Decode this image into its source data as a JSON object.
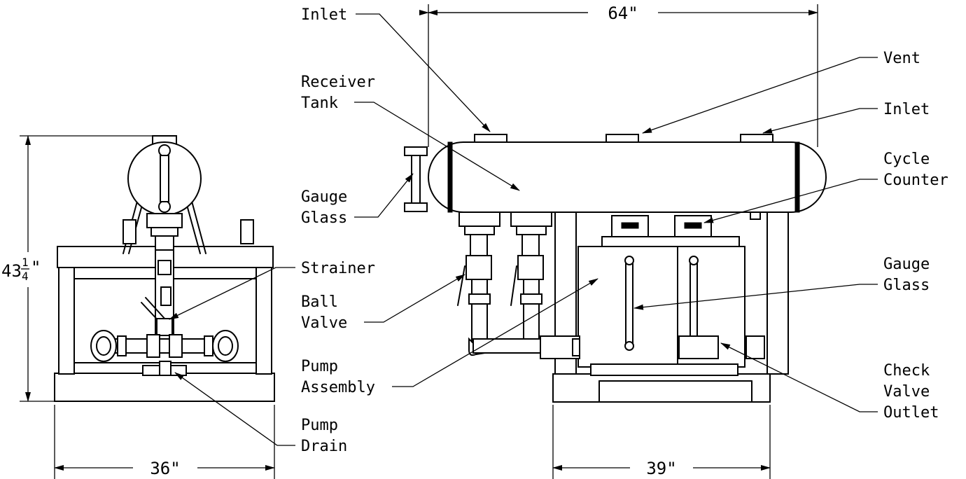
{
  "dimensions": {
    "overall_length": "64\"",
    "front_width": "36\"",
    "base_length": "39\"",
    "height_whole": "43",
    "height_num": "1",
    "height_den": "4",
    "height_unit": "\""
  },
  "labels": {
    "inlet_left": "Inlet",
    "vent": "Vent",
    "inlet_right": "Inlet",
    "receiver_tank_1": "Receiver",
    "receiver_tank_2": "Tank",
    "cycle_counter_1": "Cycle",
    "cycle_counter_2": "Counter",
    "gauge_glass_left_1": "Gauge",
    "gauge_glass_left_2": "Glass",
    "strainer": "Strainer",
    "gauge_glass_right_1": "Gauge",
    "gauge_glass_right_2": "Glass",
    "ball_valve_1": "Ball",
    "ball_valve_2": "Valve",
    "pump_assembly_1": "Pump",
    "pump_assembly_2": "Assembly",
    "check_valve_outlet_1": "Check",
    "check_valve_outlet_2": "Valve",
    "check_valve_outlet_3": "Outlet",
    "pump_drain_1": "Pump",
    "pump_drain_2": "Drain"
  }
}
